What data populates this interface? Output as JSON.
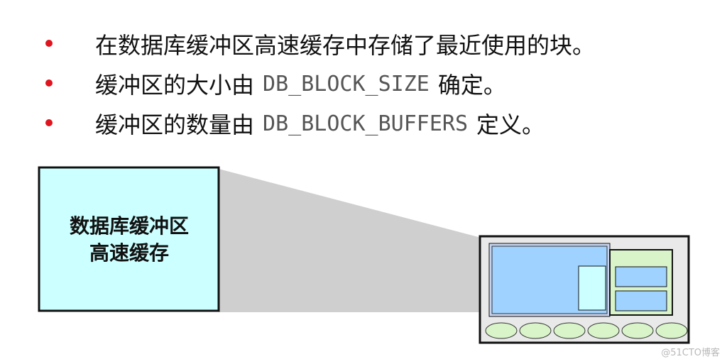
{
  "bullets": [
    {
      "text": "在数据库缓冲区高速缓存中存储了最近使用的块。"
    },
    {
      "prefix": "缓冲区的大小由",
      "code": "DB_BLOCK_SIZE",
      "suffix": "确定。"
    },
    {
      "prefix": "缓冲区的数量由",
      "code": "DB_BLOCK_BUFFERS",
      "suffix": "定义。"
    }
  ],
  "cache_box": {
    "line1": "数据库缓冲区",
    "line2": "高速缓存"
  },
  "colors": {
    "bullet": "#e0141e",
    "cache_fill": "#ccffff",
    "sga_border": "#111111",
    "db_buffer_bg": "#c7d3ee",
    "shared_pool": "#9fd2ff",
    "green_pool": "#d8f4c8",
    "ellipse": "#d8f4c8",
    "funnel": "#cfcfcf"
  },
  "watermark": "@51CTO博客"
}
